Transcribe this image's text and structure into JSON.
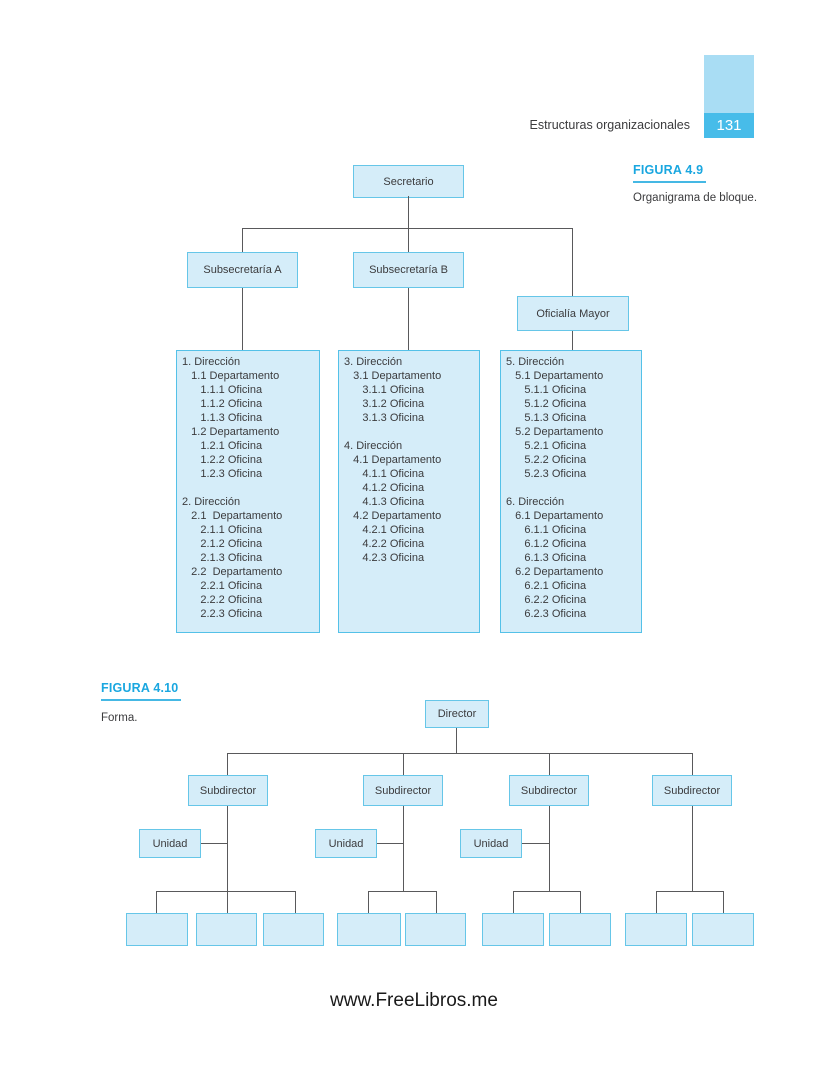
{
  "header": {
    "title": "Estructuras organizacionales",
    "page_number": "131"
  },
  "figures": {
    "fig49": {
      "label": "FIGURA 4.9",
      "caption": "Organigrama de bloque."
    },
    "fig410": {
      "label": "FIGURA 4.10",
      "caption": "Forma."
    }
  },
  "org_block": {
    "root": "Secretario",
    "children": [
      "Subsecretaría A",
      "Subsecretaría B",
      "Oficialía Mayor"
    ],
    "list_blocks": [
      {
        "lines": [
          "1. Dirección",
          "   1.1 Departamento",
          "      1.1.1 Oficina",
          "      1.1.2 Oficina",
          "      1.1.3 Oficina",
          "   1.2 Departamento",
          "      1.2.1 Oficina",
          "      1.2.2 Oficina",
          "      1.2.3 Oficina",
          "",
          "2. Dirección",
          "   2.1  Departamento",
          "      2.1.1 Oficina",
          "      2.1.2 Oficina",
          "      2.1.3 Oficina",
          "   2.2  Departamento",
          "      2.2.1 Oficina",
          "      2.2.2 Oficina",
          "      2.2.3 Oficina"
        ]
      },
      {
        "lines": [
          "3. Dirección",
          "   3.1 Departamento",
          "      3.1.1 Oficina",
          "      3.1.2 Oficina",
          "      3.1.3 Oficina",
          "",
          "4. Dirección",
          "   4.1 Departamento",
          "      4.1.1 Oficina",
          "      4.1.2 Oficina",
          "      4.1.3 Oficina",
          "   4.2 Departamento",
          "      4.2.1 Oficina",
          "      4.2.2 Oficina",
          "      4.2.3 Oficina"
        ]
      },
      {
        "lines": [
          "5. Dirección",
          "   5.1 Departamento",
          "      5.1.1 Oficina",
          "      5.1.2 Oficina",
          "      5.1.3 Oficina",
          "   5.2 Departamento",
          "      5.2.1 Oficina",
          "      5.2.2 Oficina",
          "      5.2.3 Oficina",
          "",
          "6. Dirección",
          "   6.1 Departamento",
          "      6.1.1 Oficina",
          "      6.1.2 Oficina",
          "      6.1.3 Oficina",
          "   6.2 Departamento",
          "      6.2.1 Oficina",
          "      6.2.2 Oficina",
          "      6.2.3 Oficina"
        ]
      }
    ]
  },
  "org_forma": {
    "root": "Director",
    "subdirector_label": "Subdirector",
    "unidad_label": "Unidad"
  },
  "footer": {
    "text": "www.FreeLibros.me"
  },
  "colors": {
    "box_fill": "#d5edf9",
    "box_border": "#66c6e8",
    "connector": "#59595b",
    "figure_label": "#1aa7e0",
    "figure_underline": "#45b8e4",
    "tab_light": "#a9ddf4",
    "tab_dark": "#47bce9"
  }
}
